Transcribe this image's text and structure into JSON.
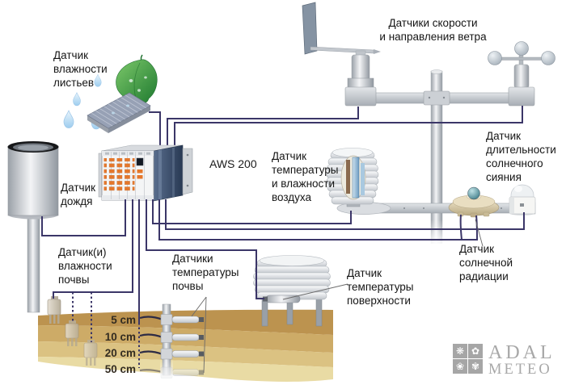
{
  "labels": {
    "wind": "Датчики скорости\nи направления ветра",
    "leaf_wetness": "Датчик\nвлажности\nлистьев",
    "rain": "Датчик\nдождя",
    "logger": "AWS 200",
    "air_temp_humidity": "Датчик\nтемпературы\nи влажности\nвоздуха",
    "sunshine_duration": "Датчик\nдлительности\nсолнечного\nсияния",
    "solar_radiation": "Датчик\nсолнечной\nрадиации",
    "surface_temp": "Датчик\nтемпературы\nповерхности",
    "soil_moisture": "Датчик(и)\nвлажности\nпочвы",
    "soil_temp": "Датчики\nтемпературы\nпочвы"
  },
  "depths": [
    "5 cm",
    "10 cm",
    "20 cm",
    "50 cm"
  ],
  "logo": {
    "tiles": [
      "❋",
      "✿",
      "❀",
      "✾"
    ],
    "name_top": "ADAL",
    "name_bottom": "METEO"
  },
  "colors": {
    "cable_navy": "#3b3668",
    "soil_layer_1": "#bc934f",
    "soil_layer_2": "#cdab67",
    "soil_layer_3": "#dbc282",
    "soil_layer_4": "#e9dba4",
    "module_orange": "#e5772b",
    "logger_side_blue": "#3d5472",
    "logo_gray": "#a6a6a6",
    "leaf_green": "#2e8f3e"
  }
}
